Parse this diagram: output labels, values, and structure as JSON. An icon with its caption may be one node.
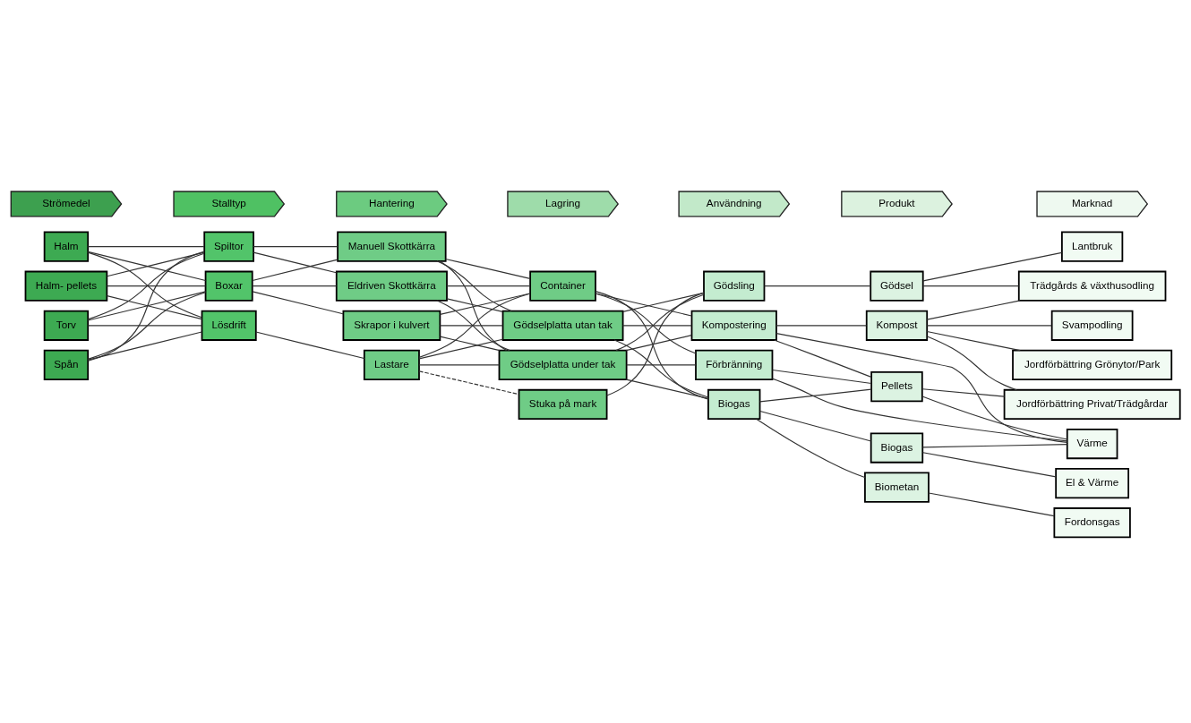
{
  "diagram": {
    "nodes": [
      {
        "text": [
          "Strömedel"
        ]
      },
      {
        "text": [
          "Stalltyp"
        ]
      },
      {
        "text": [
          "Hantering"
        ]
      },
      {
        "text": [
          "Lagring"
        ]
      },
      {
        "text": [
          "Användning"
        ]
      },
      {
        "text": [
          "Produkt"
        ]
      },
      {
        "text": [
          "Marknad"
        ]
      },
      {
        "text": [
          "Halm"
        ]
      },
      {
        "text": [
          "Halm- pellets"
        ]
      },
      {
        "text": [
          "Torv"
        ]
      },
      {
        "text": [
          "Spån"
        ]
      },
      {
        "text": [
          "Spiltor"
        ]
      },
      {
        "text": [
          "Boxar"
        ]
      },
      {
        "text": [
          "Lösdrift"
        ]
      },
      {
        "text": [
          "Manuell Skottkärra"
        ]
      },
      {
        "text": [
          "Eldriven Skottkärra"
        ]
      },
      {
        "text": [
          "Skrapor i kulvert"
        ]
      },
      {
        "text": [
          "Lastare"
        ]
      },
      {
        "text": [
          "Container"
        ]
      },
      {
        "text": [
          "Gödselplatta utan tak"
        ]
      },
      {
        "text": [
          "Gödselplatta under tak"
        ]
      },
      {
        "text": [
          "Stuka på mark"
        ]
      },
      {
        "text": [
          "Gödsling"
        ]
      },
      {
        "text": [
          "Kompostering"
        ]
      },
      {
        "text": [
          "Förbränning"
        ]
      },
      {
        "text": [
          "Biogas"
        ]
      },
      {
        "text": [
          "Gödsel"
        ]
      },
      {
        "text": [
          "Kompost"
        ]
      },
      {
        "text": [
          "Pellets"
        ]
      },
      {
        "text": [
          "Biogas"
        ]
      },
      {
        "text": [
          "Biometan"
        ]
      },
      {
        "text": [
          "Lantbruk"
        ]
      },
      {
        "text": [
          "Trädgårds & växthusodling"
        ]
      },
      {
        "text": [
          "Svampodling"
        ]
      },
      {
        "text": [
          "Jordförbättring Grönytor/Park"
        ]
      },
      {
        "text": [
          "Jordförbättring Privat/Trädgårdar"
        ]
      },
      {
        "text": [
          "Värme"
        ]
      },
      {
        "text": [
          "El & Värme"
        ]
      },
      {
        "text": [
          "Fordonsgas"
        ]
      }
    ],
    "edges": [
      {
        "from": 7,
        "to": 11,
        "arrow": "none"
      },
      {
        "from": 7,
        "to": 12,
        "arrow": "none"
      },
      {
        "from": 7,
        "to": 13,
        "arrow": "none"
      },
      {
        "from": 8,
        "to": 11,
        "arrow": "none"
      },
      {
        "from": 8,
        "to": 12,
        "arrow": "none"
      },
      {
        "from": 8,
        "to": 13,
        "arrow": "none"
      },
      {
        "from": 9,
        "to": 11,
        "arrow": "none"
      },
      {
        "from": 9,
        "to": 12,
        "arrow": "none"
      },
      {
        "from": 9,
        "to": 13,
        "arrow": "none"
      },
      {
        "from": 10,
        "to": 11,
        "arrow": "none"
      },
      {
        "from": 10,
        "to": 12,
        "arrow": "none"
      },
      {
        "from": 10,
        "to": 13,
        "arrow": "none"
      },
      {
        "from": 11,
        "to": 14,
        "arrow": "none"
      },
      {
        "from": 11,
        "to": 15,
        "arrow": "none"
      },
      {
        "from": 12,
        "to": 14,
        "arrow": "none"
      },
      {
        "from": 12,
        "to": 15,
        "arrow": "none"
      },
      {
        "from": 12,
        "to": 16,
        "arrow": "none"
      },
      {
        "from": 13,
        "to": 17,
        "arrow": "none"
      },
      {
        "from": 14,
        "to": 18,
        "arrow": "none"
      },
      {
        "from": 14,
        "to": 19,
        "arrow": "none"
      },
      {
        "from": 14,
        "to": 20,
        "arrow": "none"
      },
      {
        "from": 15,
        "to": 18,
        "arrow": "none"
      },
      {
        "from": 15,
        "to": 19,
        "arrow": "none"
      },
      {
        "from": 15,
        "to": 20,
        "arrow": "none"
      },
      {
        "from": 16,
        "to": 18,
        "arrow": "none"
      },
      {
        "from": 16,
        "to": 19,
        "arrow": "none"
      },
      {
        "from": 16,
        "to": 20,
        "arrow": "none"
      },
      {
        "from": 17,
        "to": 18,
        "arrow": "none"
      },
      {
        "from": 17,
        "to": 19,
        "arrow": "none"
      },
      {
        "from": 17,
        "to": 20,
        "arrow": "none"
      },
      {
        "from": 17,
        "to": 21,
        "arrow": "none",
        "style": "dashed"
      },
      {
        "from": 18,
        "to": 23,
        "arrow": "none"
      },
      {
        "from": 18,
        "to": 24,
        "arrow": "none"
      },
      {
        "from": 18,
        "to": 25,
        "arrow": "none"
      },
      {
        "from": 19,
        "to": 22,
        "arrow": "none"
      },
      {
        "from": 19,
        "to": 23,
        "arrow": "none"
      },
      {
        "from": 19,
        "to": 25,
        "arrow": "none"
      },
      {
        "from": 20,
        "to": 22,
        "arrow": "none"
      },
      {
        "from": 20,
        "to": 23,
        "arrow": "none"
      },
      {
        "from": 20,
        "to": 24,
        "arrow": "none"
      },
      {
        "from": 20,
        "to": 25,
        "arrow": "none"
      },
      {
        "from": 21,
        "to": 22,
        "arrow": "none"
      },
      {
        "from": 22,
        "to": 26,
        "arrow": "none"
      },
      {
        "from": 23,
        "to": 27,
        "arrow": "none"
      },
      {
        "from": 23,
        "to": 28,
        "arrow": "none"
      },
      {
        "from": 23,
        "to": 36,
        "arrow": "none"
      },
      {
        "from": 24,
        "to": 28,
        "arrow": "none"
      },
      {
        "from": 24,
        "to": 36,
        "arrow": "none"
      },
      {
        "from": 25,
        "to": 28,
        "arrow": "none"
      },
      {
        "from": 25,
        "to": 29,
        "arrow": "none"
      },
      {
        "from": 25,
        "to": 30,
        "arrow": "none"
      },
      {
        "from": 26,
        "to": 31,
        "arrow": "none"
      },
      {
        "from": 26,
        "to": 32,
        "arrow": "none"
      },
      {
        "from": 27,
        "to": 32,
        "arrow": "none"
      },
      {
        "from": 27,
        "to": 33,
        "arrow": "none"
      },
      {
        "from": 27,
        "to": 34,
        "arrow": "none"
      },
      {
        "from": 27,
        "to": 35,
        "arrow": "none"
      },
      {
        "from": 28,
        "to": 35,
        "arrow": "none"
      },
      {
        "from": 28,
        "to": 36,
        "arrow": "none"
      },
      {
        "from": 29,
        "to": 36,
        "arrow": "none"
      },
      {
        "from": 29,
        "to": 37,
        "arrow": "none"
      },
      {
        "from": 30,
        "to": 38,
        "arrow": "none"
      }
    ]
  }
}
